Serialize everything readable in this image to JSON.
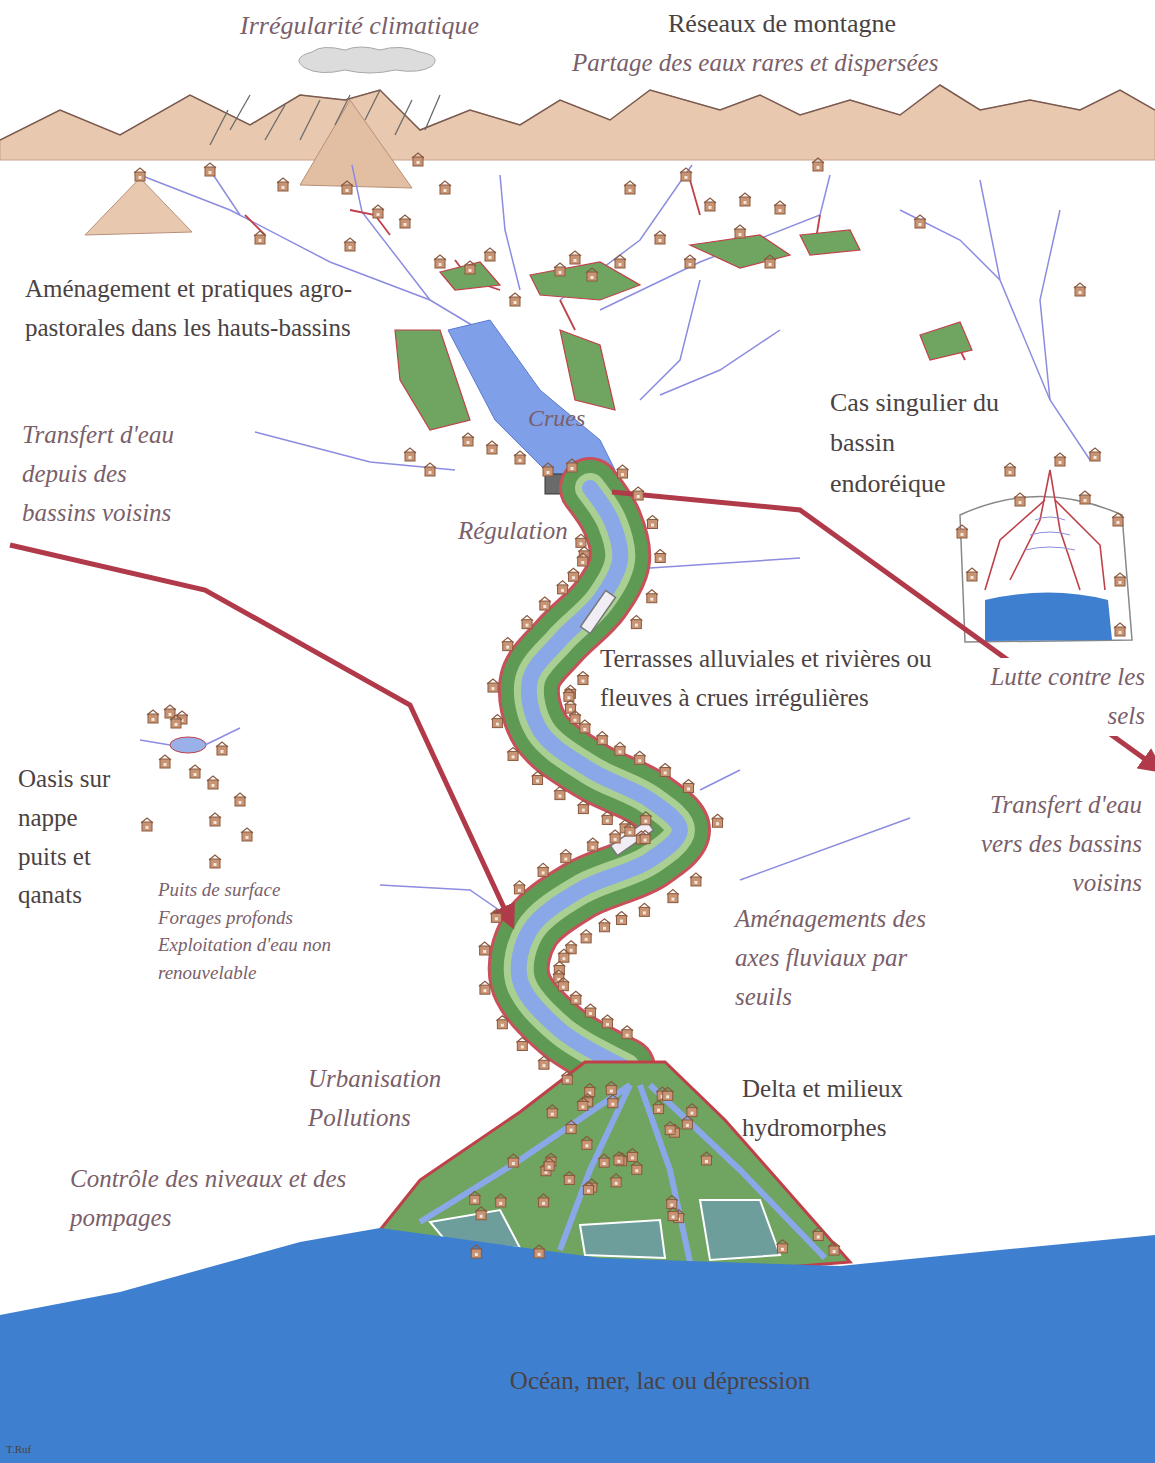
{
  "diagram": {
    "labels": [
      "Irrégularité climatique",
      "Réseaux de montagne",
      "Partage des eaux rares et dispersées",
      "Aménagement et pratiques agro-pastorales dans les hauts-bassins",
      "Crues",
      "Cas singulier du bassin endoréique",
      "Transfert d'eau depuis des bassins voisins",
      "Régulation",
      "Terrasses alluviales et rivières ou fleuves à crues irrégulières",
      "Lutte contre les sels",
      "Oasis sur nappe puits et qanats",
      "Transfert d'eau vers des bassins voisins",
      "Puits de surface Forages profonds Exploitation d'eau non renouvelable",
      "Aménagements des axes fluviaux par seuils",
      "Urbanisation Pollutions",
      "Delta et milieux hydromorphes",
      "Contrôle des niveaux et des pompages",
      "Océan, mer, lac ou dépression",
      "T.Ruf"
    ]
  }
}
